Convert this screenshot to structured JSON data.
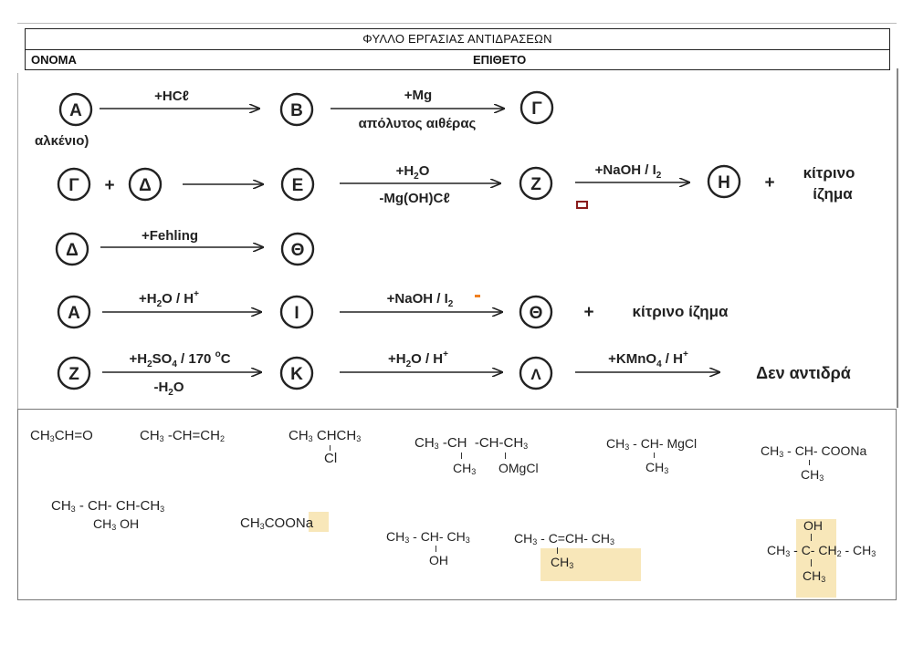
{
  "header": {
    "title": "ΦΥΛΛΟ ΕΡΓΑΣΙΑΣ ΑΝΤΙΔΡΑΣΕΩΝ",
    "name_label": "ΟΝΟΜΑ",
    "surname_label": "ΕΠΙΘΕΤΟ"
  },
  "scheme": {
    "nodes": {
      "A": "Α",
      "B": "Β",
      "G": "Γ",
      "D": "Δ",
      "E": "Ε",
      "Z": "Ζ",
      "H": "Η",
      "TH": "Θ",
      "I": "Ι",
      "K": "Κ",
      "L": "Λ"
    },
    "alkene_note": "αλκένιο)",
    "plus": "+",
    "reagents": {
      "hcl": "+HCℓ",
      "mg": "+Mg",
      "ether": "απόλυτος αιθέρας",
      "h2o": "+H2O",
      "mgohcl": "-Mg(OH)Cℓ",
      "naoh_i2": "+NaOH / I2",
      "fehling": "+Fehling",
      "h2o_h": "+H2O / H+",
      "h2so4": "+H2SO4 / 170 °C",
      "minus_h2o": "-H2O",
      "kmno4": "+KMnO4 / H+"
    },
    "products": {
      "yellow_ppt_1": "κίτρινο",
      "yellow_ppt_2": "ίζημα",
      "yellow_ppt_inline": "κίτρινο ίζημα",
      "no_reaction": "Δεν αντιδρά"
    }
  },
  "formulas": {
    "f1": "CH3CH=O",
    "f2": "CH3-CH=CH2",
    "f3_main": "CH3CHCH3",
    "f3_sub": "Cl",
    "f4_main": "CH3-CH -CH-CH3",
    "f4_sub1": "CH3",
    "f4_sub2": "OMgCl",
    "f5_main": "CH3-CH-MgCl",
    "f5_sub": "CH3",
    "f6_main": "CH3-CH-COONa",
    "f6_sub": "CH3",
    "f7_main": "CH3-CH- CH-CH3",
    "f7_sub": "CH3 OH",
    "f8": "CH3COONa",
    "f9_main": "CH3-CH-CH3",
    "f9_sub": "OH",
    "f10_main": "CH3-C=CH-CH3",
    "f10_sub": "CH3",
    "f11_top": "OH",
    "f11_main": "CH3-C-CH2-CH3",
    "f11_sub": "CH3"
  }
}
